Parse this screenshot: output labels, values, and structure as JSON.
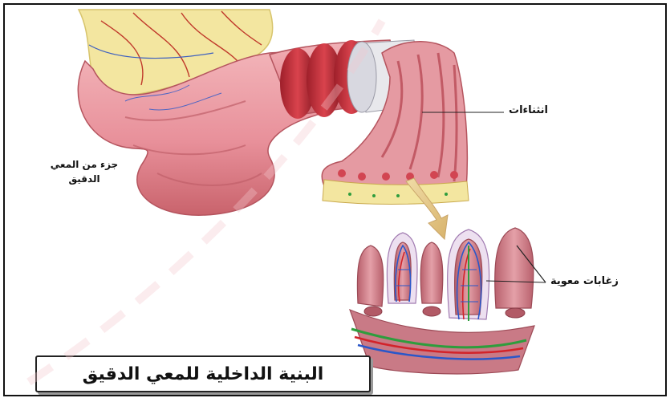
{
  "labels": {
    "folds": "انثناءات",
    "villi": "زغابات معوية",
    "part_line1": "جزء من المعي",
    "part_line2": "الدقيق"
  },
  "title": "البنية الداخلية للمعي الدقيق",
  "colors": {
    "intestine": "#e8909a",
    "intestine_dark": "#c9545e",
    "ring": "#c83a44",
    "mesentery": "#f3e6a0",
    "villus": "#d98b94",
    "vein": "#2a57c9",
    "artery": "#d2232a",
    "lacteal": "#2e9d3d",
    "arrow": "#e6c98a"
  }
}
